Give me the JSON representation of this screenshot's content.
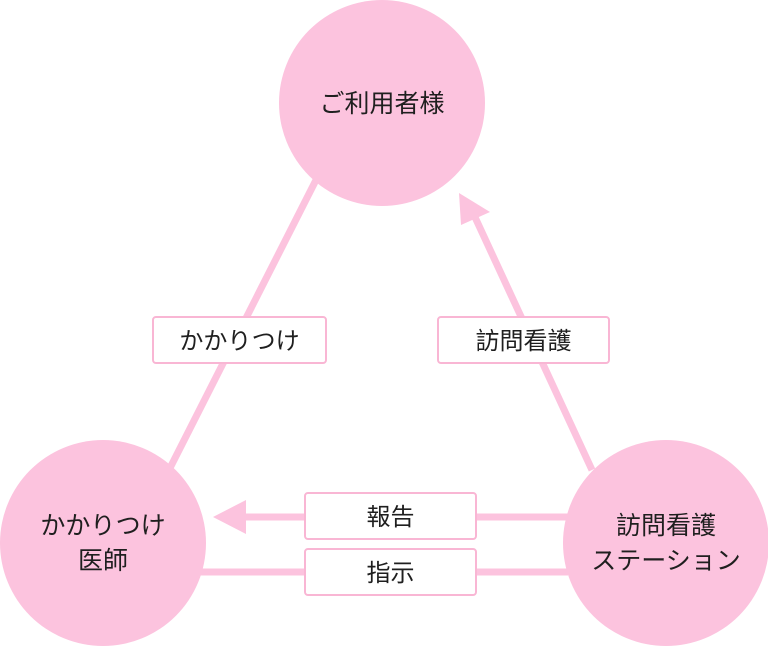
{
  "colors": {
    "node_fill": "#fcc3de",
    "connector": "#fcc3de",
    "label_border": "#f9b6d4",
    "label_fill": "#ffffff",
    "text": "#1f1f1f"
  },
  "nodes": {
    "user": {
      "line1": "ご利用者様"
    },
    "doctor": {
      "line1": "かかりつけ",
      "line2": "医師"
    },
    "station": {
      "line1": "訪問看護",
      "line2": "ステーション"
    }
  },
  "labels": {
    "doctor_user": "かかりつけ",
    "station_user": "訪問看護",
    "report": "報告",
    "instruction": "指示"
  }
}
